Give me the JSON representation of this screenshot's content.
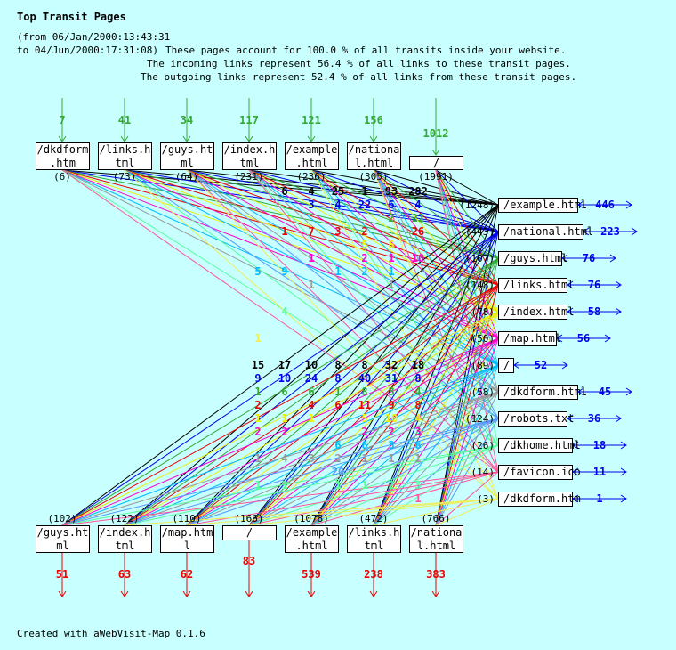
{
  "title": "Top Transit Pages",
  "period": [
    "(from 06/Jan/2000:13:43:31",
    "to 04/Jun/2000:17:31:08)"
  ],
  "summary": [
    "These pages account for 100.0 % of all transits inside your website.",
    "The incoming links represent 56.4 % of all links to these transit pages.",
    "The outgoing links represent 52.4 % of all links from these transit pages."
  ],
  "footer": "Created with aWebVisit-Map 0.1.6",
  "colors": {
    "in_arrow": "#33aa33",
    "out_arrow": "#ee0000",
    "transit_arrow": "#0000ee"
  },
  "sources": [
    {
      "label": "/dkdform\n.htm",
      "count": "(6)",
      "incoming": "7"
    },
    {
      "label": "/links.h\ntml",
      "count": "(73)",
      "incoming": "41"
    },
    {
      "label": "/guys.ht\nml",
      "count": "(64)",
      "incoming": "34"
    },
    {
      "label": "/index.h\ntml",
      "count": "(231)",
      "incoming": "117"
    },
    {
      "label": "/example\n.html",
      "count": "(236)",
      "incoming": "121"
    },
    {
      "label": "/nationa\nl.html",
      "count": "(305)",
      "incoming": "156"
    },
    {
      "label": "/",
      "count": "(1991)",
      "incoming": "1012"
    }
  ],
  "transit": [
    {
      "label": "/example.html",
      "count": "(1248)",
      "value": "446",
      "color": "#000000"
    },
    {
      "label": "/national.html",
      "count": "(443)",
      "value": "223",
      "color": "#0000ee"
    },
    {
      "label": "/guys.html",
      "count": "(107)",
      "value": "76",
      "color": "#33aa33"
    },
    {
      "label": "/links.html",
      "count": "(148)",
      "value": "76",
      "color": "#ee0000"
    },
    {
      "label": "/index.html",
      "count": "(78)",
      "value": "58",
      "color": "#eeee00"
    },
    {
      "label": "/map.html",
      "count": "(50)",
      "value": "56",
      "color": "#ff00cc"
    },
    {
      "label": "/",
      "count": "(89)",
      "value": "52",
      "color": "#00bbff"
    },
    {
      "label": "/dkdform.html",
      "count": "(58)",
      "value": "45",
      "color": "#999999"
    },
    {
      "label": "/robots.txt",
      "count": "(124)",
      "value": "36",
      "color": "#5599ff"
    },
    {
      "label": "/dkhome.html",
      "count": "(26)",
      "value": "18",
      "color": "#55ff99"
    },
    {
      "label": "/favicon.ico",
      "count": "(14)",
      "value": "11",
      "color": "#ff5599"
    },
    {
      "label": "/dkdform.htm",
      "count": "(3)",
      "value": "1",
      "color": "#eeee55"
    }
  ],
  "targets": [
    {
      "label": "/guys.ht\nml",
      "count": "(102)",
      "outgoing": "51"
    },
    {
      "label": "/index.h\ntml",
      "count": "(122)",
      "outgoing": "63"
    },
    {
      "label": "/map.htm\nl",
      "count": "(110)",
      "outgoing": "62"
    },
    {
      "label": "/",
      "count": "(166)",
      "outgoing": "83"
    },
    {
      "label": "/example\n.html",
      "count": "(1078)",
      "outgoing": "539"
    },
    {
      "label": "/links.h\ntml",
      "count": "(472)",
      "outgoing": "238"
    },
    {
      "label": "/nationa\nl.html",
      "count": "(766)",
      "outgoing": "383"
    }
  ],
  "in_labels": [
    {
      "color": "#000000",
      "values": [
        null,
        "6",
        "4",
        "25",
        "1",
        "93",
        "282"
      ]
    },
    {
      "color": "#0000ee",
      "values": [
        null,
        null,
        "3",
        "4",
        "22",
        "6",
        "4"
      ]
    },
    {
      "color": "#33aa33",
      "values": [
        null,
        null,
        null,
        null,
        null,
        "2",
        "22"
      ]
    },
    {
      "color": "#ee0000",
      "values": [
        null,
        "1",
        "7",
        "3",
        "2",
        null,
        "26"
      ]
    },
    {
      "color": "#eeee00",
      "values": [
        null,
        null,
        null,
        null,
        "5",
        "6",
        null
      ]
    },
    {
      "color": "#ff00cc",
      "values": [
        null,
        null,
        "1",
        null,
        "2",
        "1",
        "10"
      ]
    },
    {
      "color": "#00bbff",
      "values": [
        "5",
        "9",
        null,
        "1",
        "2",
        "1",
        null
      ]
    },
    {
      "color": "#999999",
      "values": [
        null,
        null,
        "1",
        null,
        null,
        "1",
        null
      ]
    },
    {
      "color": "#55ff99",
      "values": [
        null,
        "4",
        null,
        null,
        null,
        null,
        null
      ]
    },
    {
      "color": "#eeee55",
      "values": [
        "1",
        null,
        null,
        null,
        null,
        null,
        null
      ]
    }
  ],
  "out_labels": [
    {
      "color": "#000000",
      "values": [
        "15",
        "17",
        "10",
        "8",
        "8",
        "32",
        "18"
      ]
    },
    {
      "color": "#0000ee",
      "values": [
        "9",
        "10",
        "24",
        "8",
        "40",
        "31",
        "8"
      ]
    },
    {
      "color": "#33aa33",
      "values": [
        "1",
        "6",
        "6",
        "1",
        "8",
        "3",
        "4"
      ]
    },
    {
      "color": "#ee0000",
      "values": [
        "2",
        null,
        "4",
        "6",
        "11",
        "9",
        "8"
      ]
    },
    {
      "color": "#eeee00",
      "values": [
        "1",
        "1",
        "1",
        null,
        "5",
        "10",
        "4"
      ]
    },
    {
      "color": "#ff00cc",
      "values": [
        "2",
        "2",
        null,
        null,
        "2",
        "2",
        "3"
      ]
    },
    {
      "color": "#00bbff",
      "values": [
        null,
        null,
        null,
        "6",
        "6",
        "3",
        "6"
      ]
    },
    {
      "color": "#999999",
      "values": [
        "1",
        "4",
        "3",
        "2",
        "1",
        "1",
        "1"
      ]
    },
    {
      "color": "#5599ff",
      "values": [
        null,
        null,
        null,
        "20",
        null,
        null,
        null
      ]
    },
    {
      "color": "#55ff99",
      "values": [
        "1",
        "1",
        null,
        "1",
        "1",
        "2",
        "3"
      ]
    },
    {
      "color": "#ff5599",
      "values": [
        null,
        null,
        null,
        null,
        null,
        null,
        "1"
      ]
    }
  ]
}
